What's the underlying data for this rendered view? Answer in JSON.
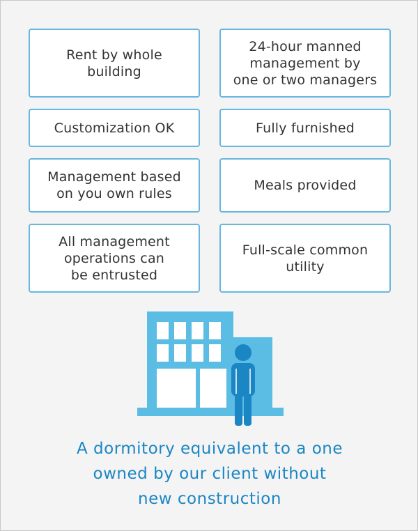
{
  "features": [
    {
      "label": "Rent by whole\nbuilding"
    },
    {
      "label": "24-hour manned\nmanagement by\none or two managers"
    },
    {
      "label": "Customization OK"
    },
    {
      "label": "Fully furnished"
    },
    {
      "label": "Management based\non you own rules"
    },
    {
      "label": "Meals provided"
    },
    {
      "label": "All management\noperations can\nbe entrusted"
    },
    {
      "label": "Full-scale common\nutility"
    }
  ],
  "illustration": {
    "icons": [
      "building-icon",
      "person-icon"
    ],
    "colors": {
      "building": "#5bbde4",
      "person": "#1b86c4"
    }
  },
  "caption": "A dormitory equivalent to a one\nowned by our client without\nnew construction"
}
